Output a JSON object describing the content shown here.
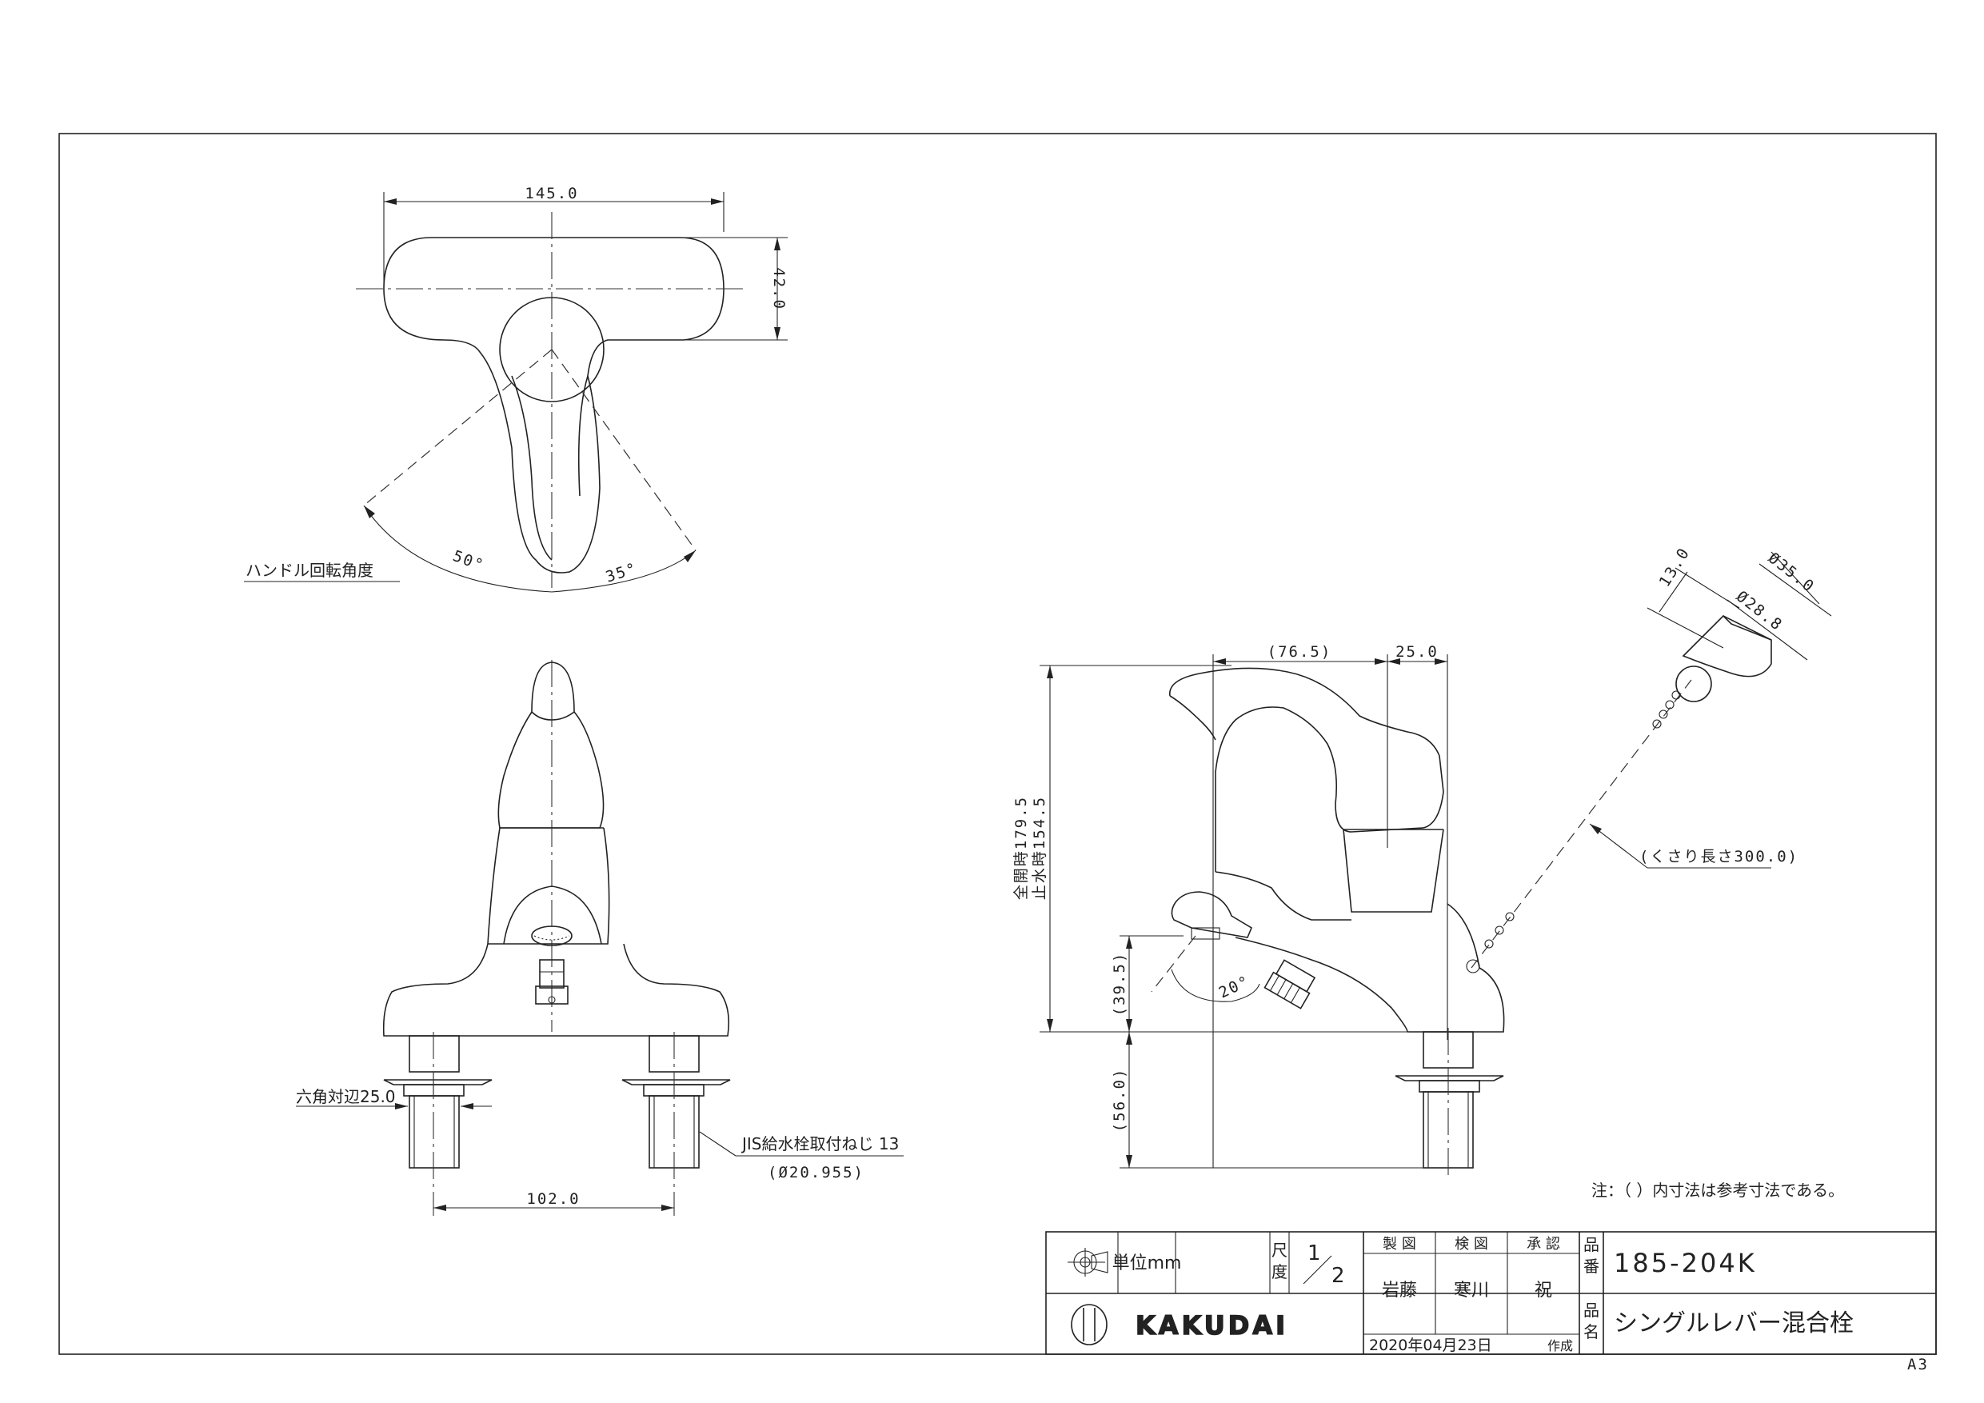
{
  "dimensions": {
    "top_width": "145.0",
    "top_depth": "42.0",
    "angle_left": "50°",
    "angle_right": "35°",
    "handle_rotation_label": "ハンドル回転角度",
    "hex_label": "六角対辺25.0",
    "pitch": "102.0",
    "thread_label": "JIS給水栓取付ねじ 13",
    "thread_dia": "(Ø20.955)",
    "spout_reach": "(76.5)",
    "base_depth": "25.0",
    "height_full": "全開時179.5",
    "height_closed": "止水時154.5",
    "spout_height": "(39.5)",
    "shank_length": "(56.0)",
    "pop_angle": "20°",
    "chain_length": "(くさり長さ300.0)",
    "plug_height": "13.0",
    "plug_outer": "Ø35.0",
    "plug_inner": "Ø28.8"
  },
  "note": "注：（ ）内寸法は参考寸法である。",
  "title_block": {
    "unit_label": "単位mm",
    "scale_label_1": "尺",
    "scale_label_2": "度",
    "scale_num": "1",
    "scale_den": "2",
    "drawn_label": "製 図",
    "checked_label": "検 図",
    "approved_label": "承 認",
    "drawn_by": "岩藤",
    "checked_by": "寒川",
    "approved_by": "祝",
    "date": "2020年04月23日",
    "created_label": "作成",
    "part_no_label_1": "品",
    "part_no_label_2": "番",
    "part_name_label_1": "品",
    "part_name_label_2": "名",
    "part_no": "185-204K",
    "part_name": "シングルレバー混合栓",
    "brand": "KAKUDAI"
  },
  "sheet_size": "A3"
}
